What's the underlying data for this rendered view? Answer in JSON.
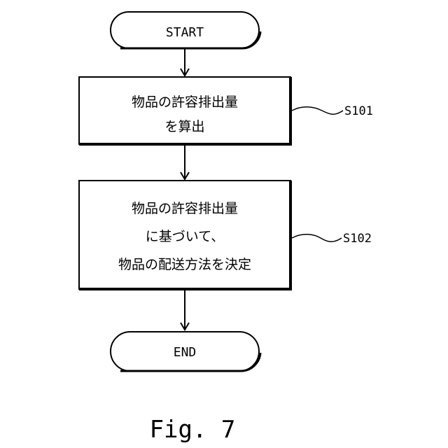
{
  "flowchart": {
    "start": "START",
    "steps": [
      {
        "id": "S101",
        "lines": [
          "物品の許容排出量",
          "を算出"
        ]
      },
      {
        "id": "S102",
        "lines": [
          "物品の許容排出量",
          "に基づいて、",
          "物品の配送方法を決定"
        ]
      }
    ],
    "end": "END"
  },
  "caption": "Fig. 7"
}
